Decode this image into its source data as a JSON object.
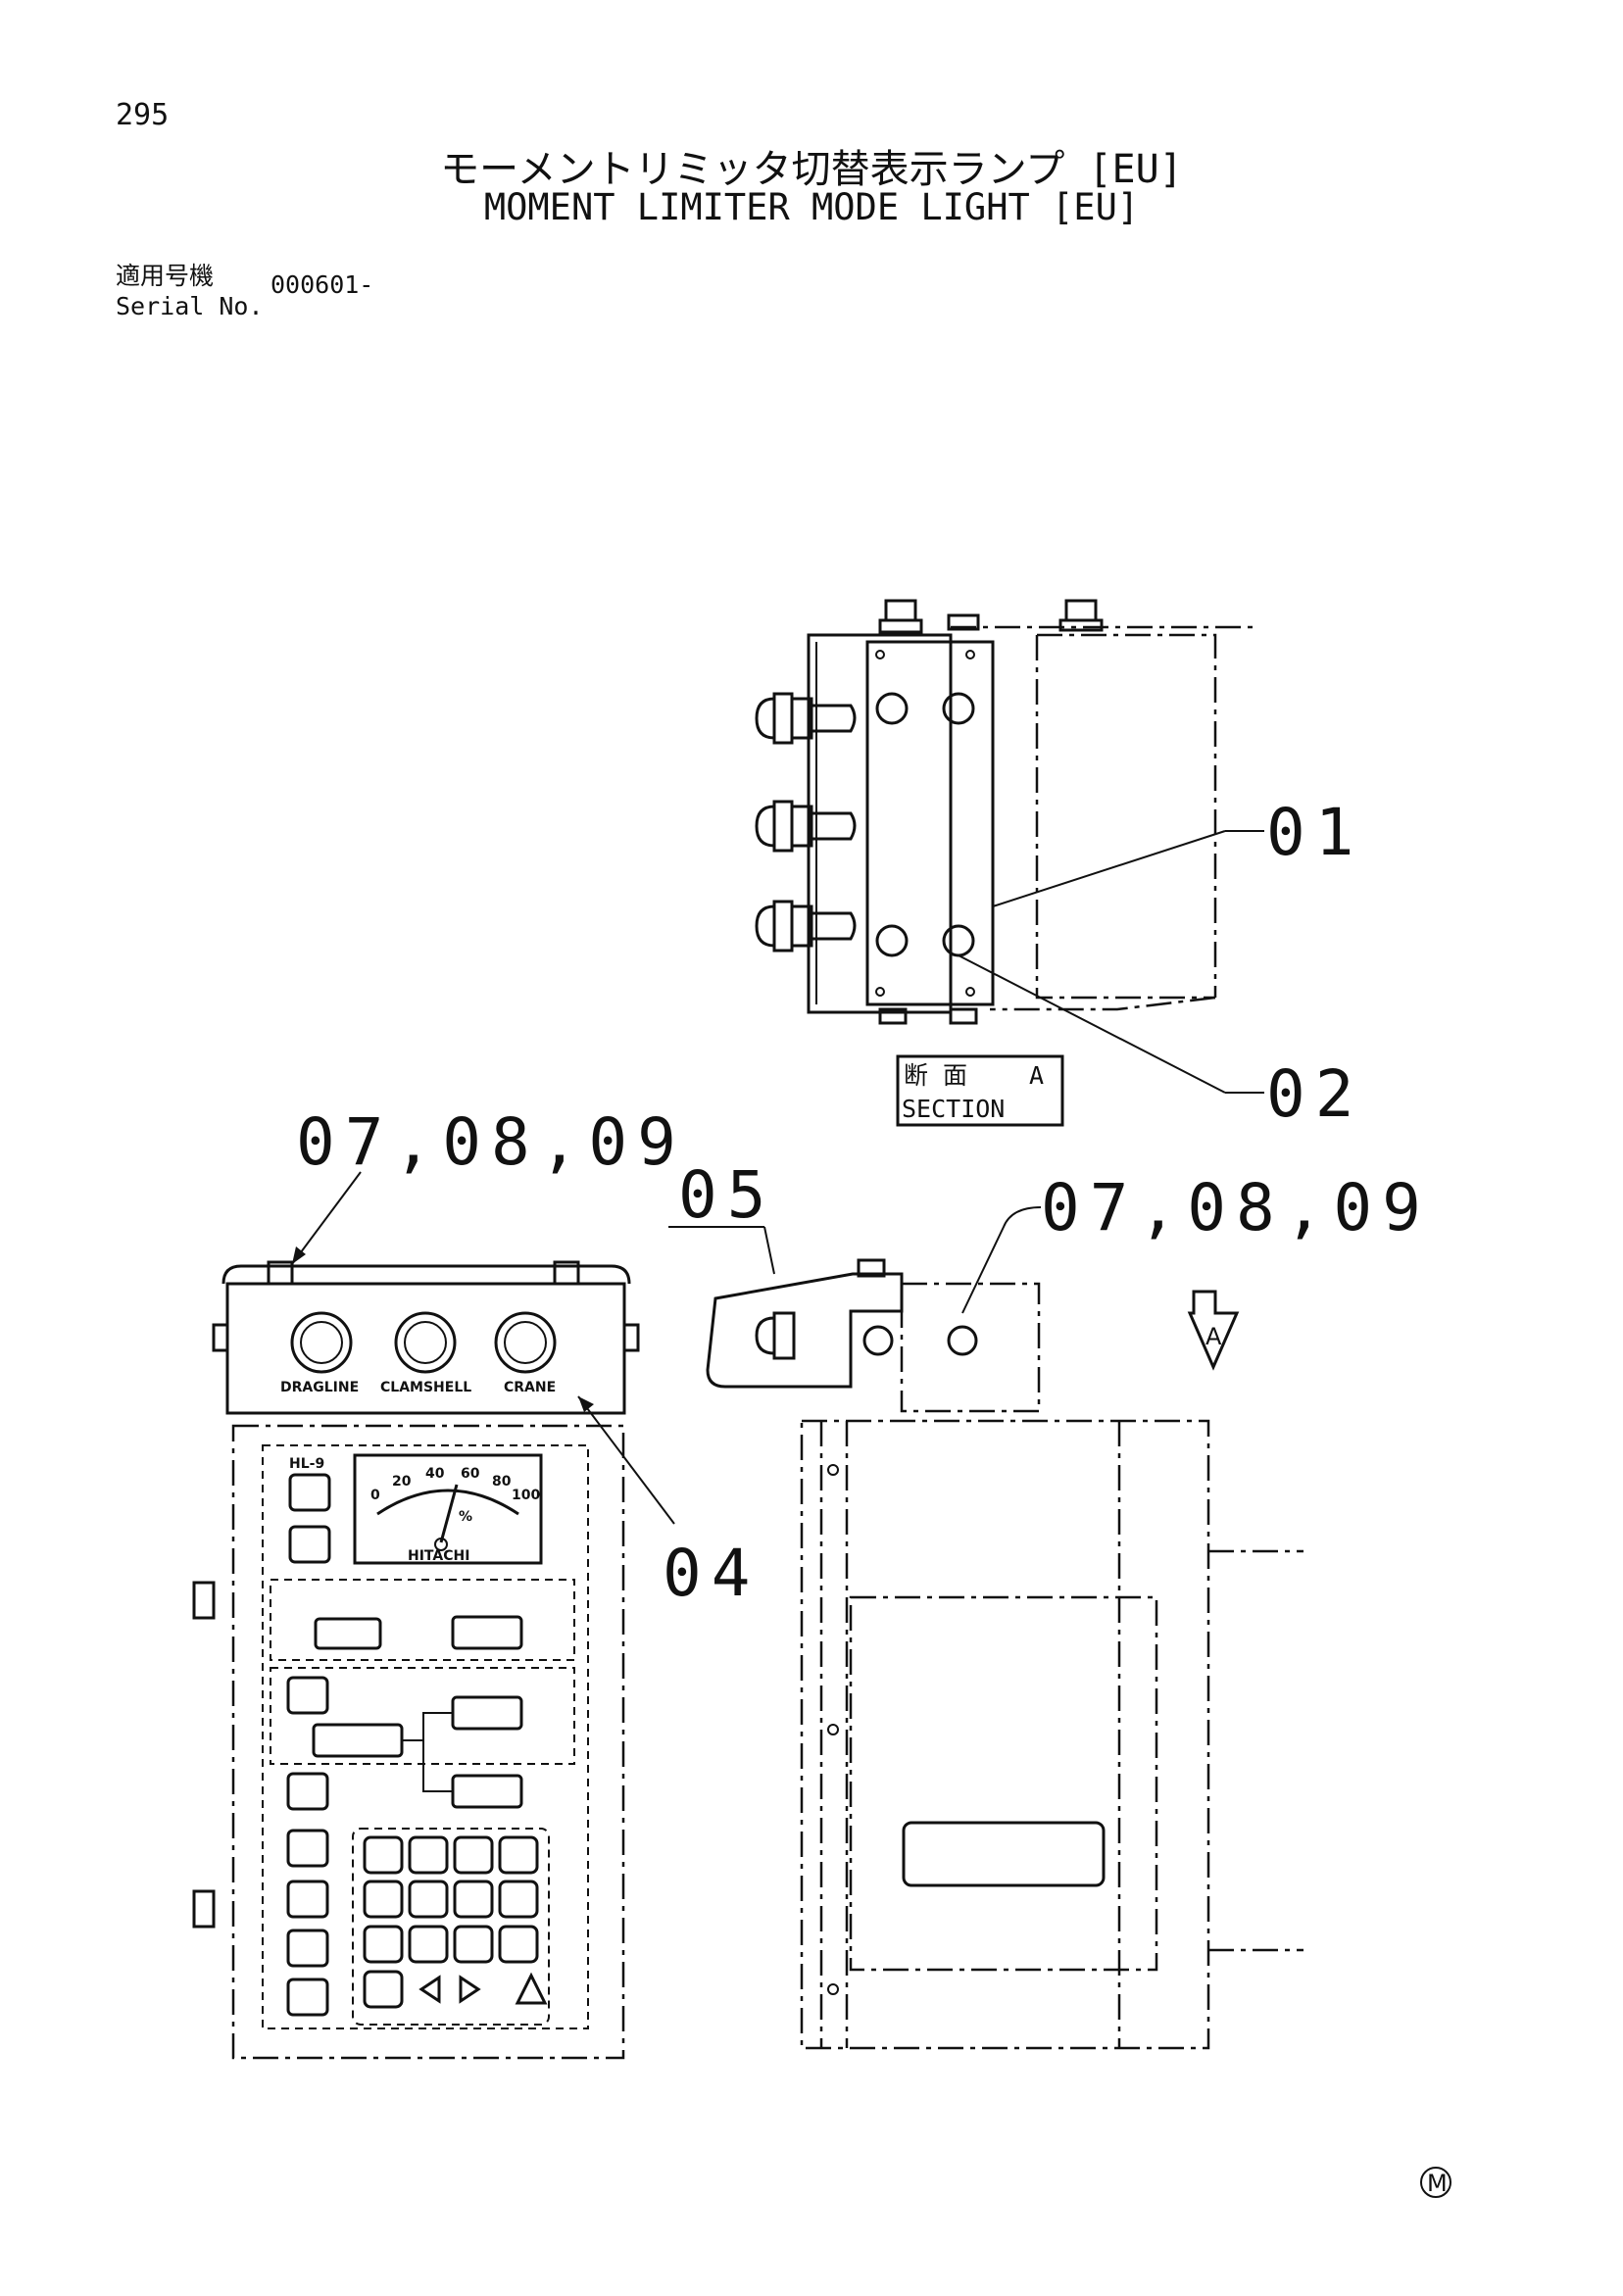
{
  "header": {
    "page_number": "295",
    "title_jp": "モーメントリミッタ切替表示ランプ [EU]",
    "title_en": "MOMENT LIMITER MODE LIGHT [EU]",
    "serial_label_jp": "適用号機",
    "serial_label_en": "Serial No.",
    "serial_value": "000601-"
  },
  "callouts": {
    "c01": "01",
    "c02": "02",
    "c04": "04",
    "c05": "05",
    "c070809_left": "07,08,09",
    "c070809_right": "07,08,09"
  },
  "section_label": {
    "jp": "断 面",
    "letter": "A",
    "en": "SECTION"
  },
  "view_arrow_letter": "A",
  "panel": {
    "lamp_labels": [
      "DRAGLINE",
      "CLAMSHELL",
      "CRANE"
    ],
    "model": "HL-9",
    "brand": "HITACHI",
    "gauge_unit": "%",
    "gauge_ticks": [
      "0",
      "20",
      "40",
      "60",
      "80",
      "100"
    ]
  },
  "corner_mark": "M"
}
